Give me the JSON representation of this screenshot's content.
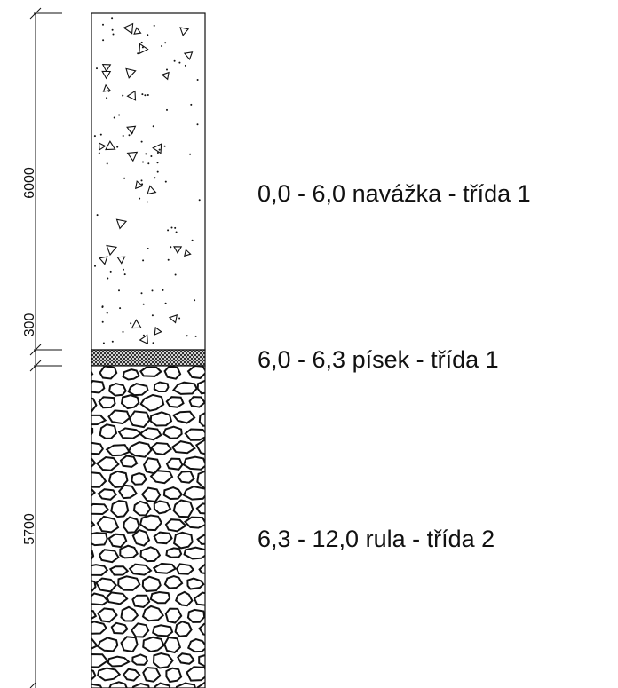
{
  "dimensions": [
    {
      "id": "fill",
      "value": "6000"
    },
    {
      "id": "sand",
      "value": "300"
    },
    {
      "id": "gneiss",
      "value": "5700"
    }
  ],
  "layers": [
    {
      "id": "fill",
      "label": "0,0 - 6,0 navážka - třída 1",
      "hatch": "gravel-dots-triangles"
    },
    {
      "id": "sand",
      "label": "6,0 - 6,3 písek - třída 1",
      "hatch": "cross-hatch-fine"
    },
    {
      "id": "gneiss",
      "label": "6,3 - 12,0 rula - třída 2",
      "hatch": "rock-cobbles"
    }
  ],
  "colors": {
    "line": "#111111",
    "background": "#ffffff"
  }
}
